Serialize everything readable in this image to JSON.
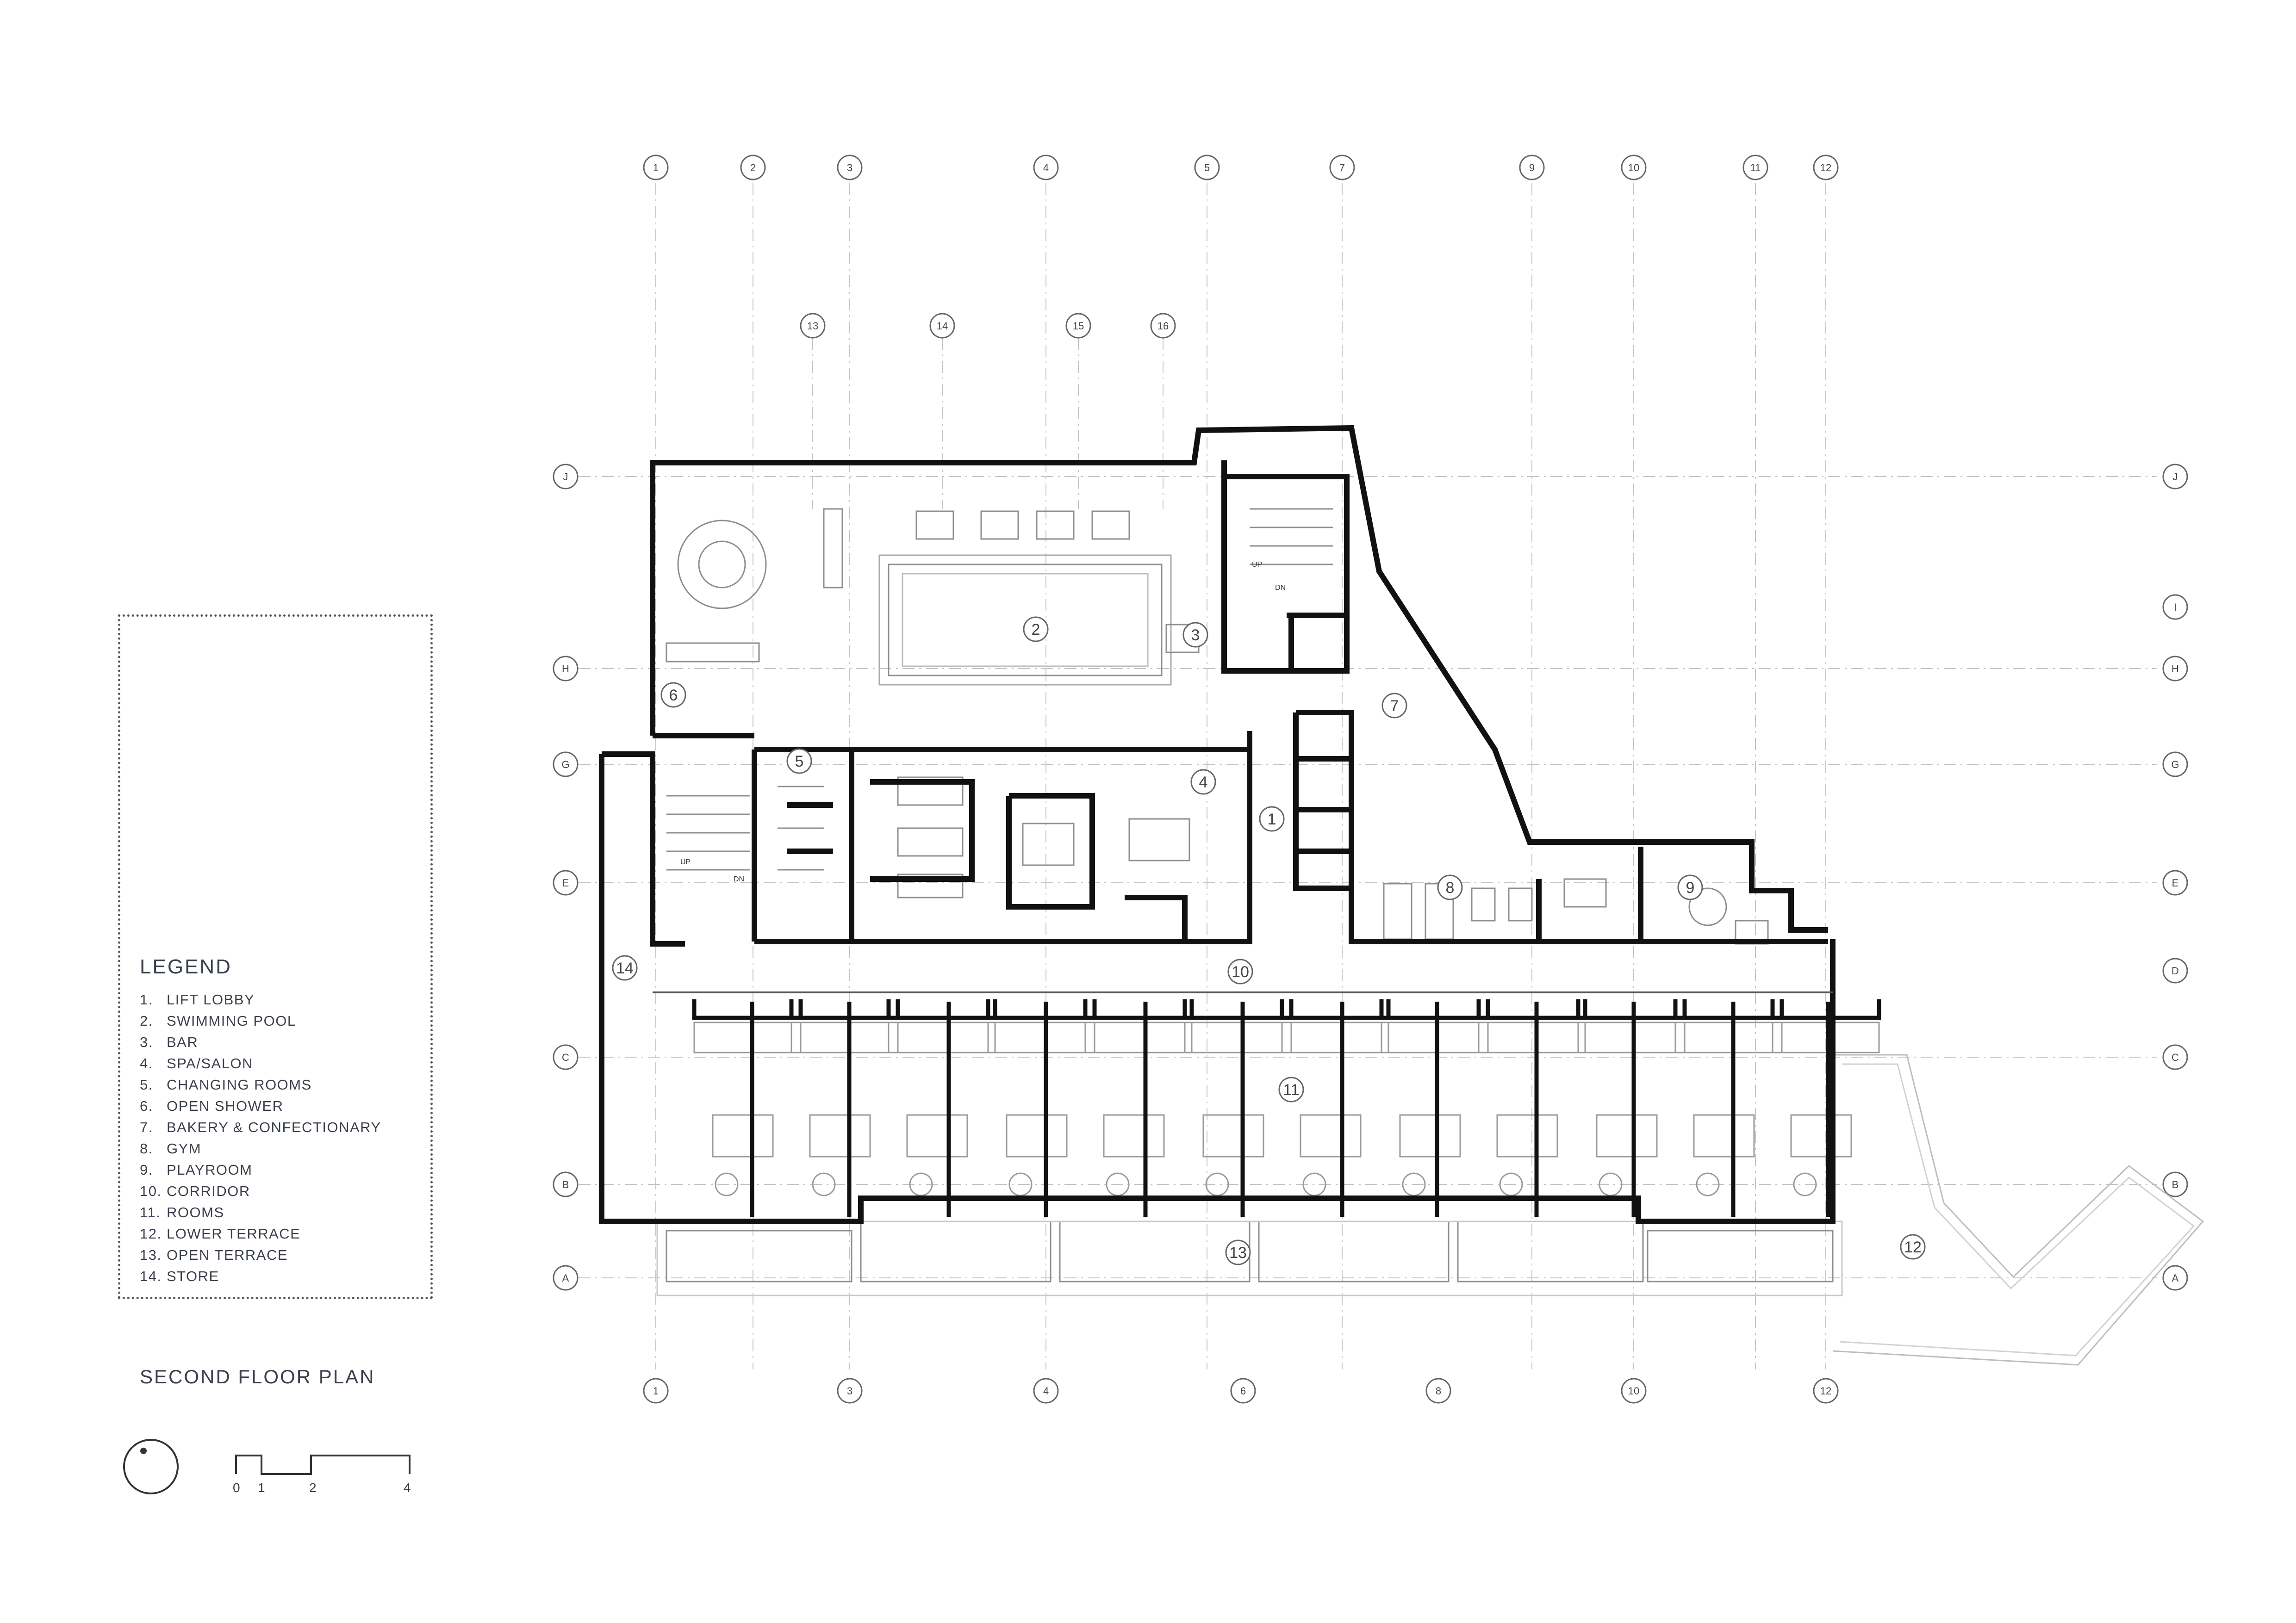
{
  "legend": {
    "title": "LEGEND",
    "items": [
      {
        "num": "1.",
        "label": "LIFT LOBBY"
      },
      {
        "num": "2.",
        "label": "SWIMMING POOL"
      },
      {
        "num": "3.",
        "label": "BAR"
      },
      {
        "num": "4.",
        "label": "SPA/SALON"
      },
      {
        "num": "5.",
        "label": "CHANGING ROOMS"
      },
      {
        "num": "6.",
        "label": "OPEN SHOWER"
      },
      {
        "num": "7.",
        "label": "BAKERY & CONFECTIONARY"
      },
      {
        "num": "8.",
        "label": "GYM"
      },
      {
        "num": "9.",
        "label": "PLAYROOM"
      },
      {
        "num": "10.",
        "label": "CORRIDOR"
      },
      {
        "num": "11.",
        "label": "ROOMS"
      },
      {
        "num": "12.",
        "label": "LOWER TERRACE"
      },
      {
        "num": "13.",
        "label": "OPEN TERRACE"
      },
      {
        "num": "14.",
        "label": "STORE"
      }
    ]
  },
  "plan_title": "SECOND FLOOR PLAN",
  "scale_bar": {
    "labels": [
      "0",
      "1",
      "2",
      "4"
    ]
  },
  "grid": {
    "top_columns": [
      "1",
      "2",
      "3",
      "4",
      "5",
      "7",
      "9",
      "10",
      "11",
      "12"
    ],
    "bottom_columns": [
      "1",
      "3",
      "4",
      "6",
      "8",
      "10",
      "12"
    ],
    "upper_columns": [
      "13",
      "14",
      "15",
      "16"
    ],
    "rows_left": [
      "J",
      "H",
      "G",
      "E",
      "C",
      "B",
      "A"
    ],
    "rows_right": [
      "J",
      "I",
      "H",
      "G",
      "E",
      "D",
      "C",
      "B",
      "A"
    ]
  },
  "room_tags": [
    "1",
    "2",
    "3",
    "4",
    "5",
    "6",
    "7",
    "8",
    "9",
    "10",
    "11",
    "12",
    "13",
    "14"
  ],
  "stair_marks": {
    "up": "UP",
    "down": "DN"
  },
  "colors": {
    "wall": "#111111",
    "line": "#9a9a9a",
    "text": "#3a3f4b",
    "grid": "#c4c4c4"
  }
}
